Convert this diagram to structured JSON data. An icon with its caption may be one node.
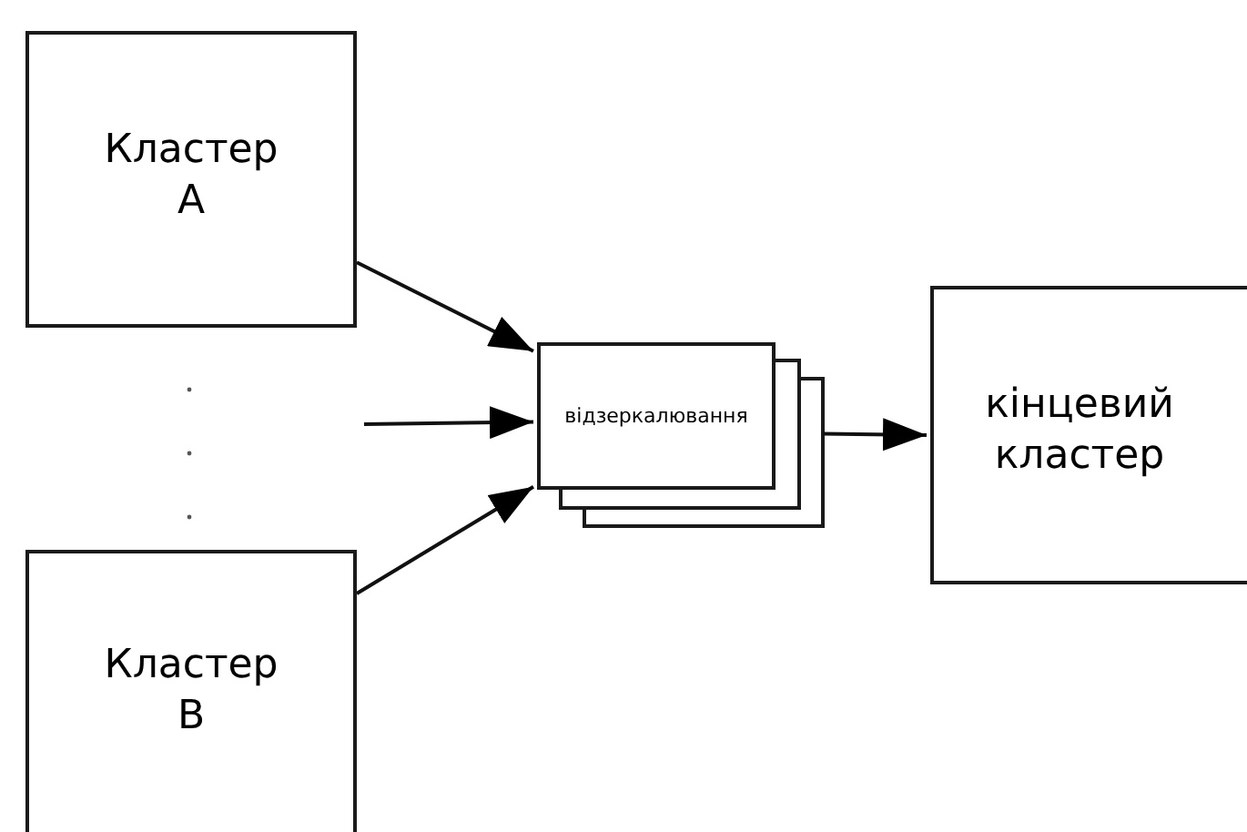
{
  "diagram": {
    "nodes": [
      {
        "text": [
          "Кластер A"
        ]
      },
      {
        "text": [
          "Кластер B"
        ]
      },
      {
        "text": [
          "відзеркалювання"
        ]
      },
      {
        "text": [
          "кінцевий кластер"
        ]
      }
    ],
    "edges": [
      {
        "from": 0,
        "to": 2,
        "arrow": "to"
      },
      {
        "from": null,
        "to": 2,
        "arrow": "to"
      },
      {
        "from": 1,
        "to": 2,
        "arrow": "to"
      },
      {
        "from": 2,
        "to": 3,
        "arrow": "to"
      }
    ]
  }
}
